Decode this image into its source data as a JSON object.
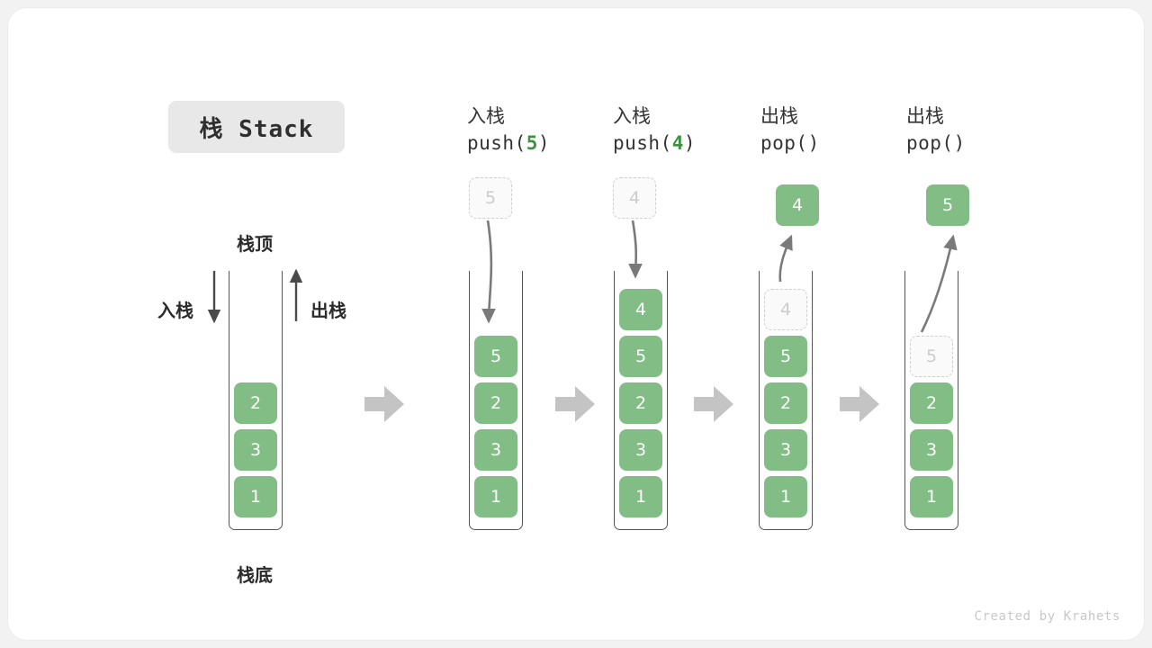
{
  "title": "栈 Stack",
  "labels": {
    "top": "栈顶",
    "bottom": "栈底",
    "push_side": "入栈",
    "pop_side": "出栈"
  },
  "footer": "Created by Krahets",
  "colors": {
    "element": "#82bd86",
    "ghost_border": "#cfcfcf",
    "arrow": "#7a7a7a",
    "flow_arrow": "#c4c4c4",
    "accent_number": "#3f9142",
    "container_border": "#555555",
    "chip_background": "#e8e8e8"
  },
  "steps": [
    {
      "op_cn": "",
      "op_code": "",
      "stack": [
        "2",
        "3",
        "1"
      ],
      "ghost": null,
      "detached": null
    },
    {
      "op_cn": "入栈",
      "op_code_prefix": "push(",
      "op_code_num": "5",
      "op_code_suffix": ")",
      "stack": [
        "5",
        "2",
        "3",
        "1"
      ],
      "ghost": "5",
      "detached": null
    },
    {
      "op_cn": "入栈",
      "op_code_prefix": "push(",
      "op_code_num": "4",
      "op_code_suffix": ")",
      "stack": [
        "4",
        "5",
        "2",
        "3",
        "1"
      ],
      "ghost": "4",
      "detached": null
    },
    {
      "op_cn": "出栈",
      "op_code_prefix": "pop(",
      "op_code_num": "",
      "op_code_suffix": ")",
      "stack": [
        "5",
        "2",
        "3",
        "1"
      ],
      "ghost_in_stack": "4",
      "detached": "4"
    },
    {
      "op_cn": "出栈",
      "op_code_prefix": "pop(",
      "op_code_num": "",
      "op_code_suffix": ")",
      "stack": [
        "2",
        "3",
        "1"
      ],
      "ghost_in_stack": "5",
      "detached": "5"
    }
  ],
  "flow_arrows": 4
}
